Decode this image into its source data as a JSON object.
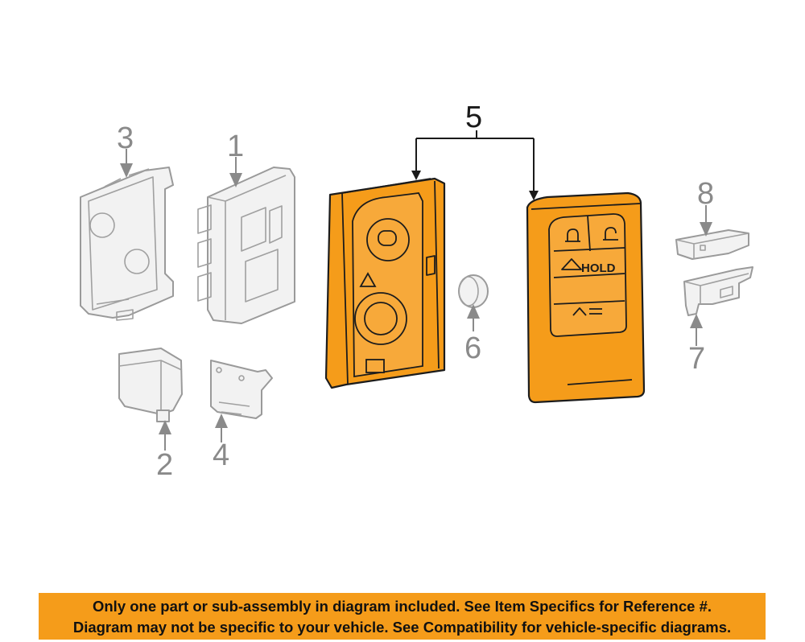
{
  "callouts": {
    "c1": "1",
    "c2": "2",
    "c3": "3",
    "c4": "4",
    "c5": "5",
    "c6": "6",
    "c7": "7",
    "c8": "8"
  },
  "fob_labels": {
    "hold": "HOLD"
  },
  "notice": {
    "line1": "Only one part or sub-assembly in diagram included. See Item Specifics for Reference #.",
    "line2": "Diagram may not be specific to your vehicle. See Compatibility for vehicle-specific diagrams."
  },
  "colors": {
    "highlight": "#f59c1a",
    "outline": "#9a9a9a",
    "notice_bg": "#f59c1a"
  }
}
